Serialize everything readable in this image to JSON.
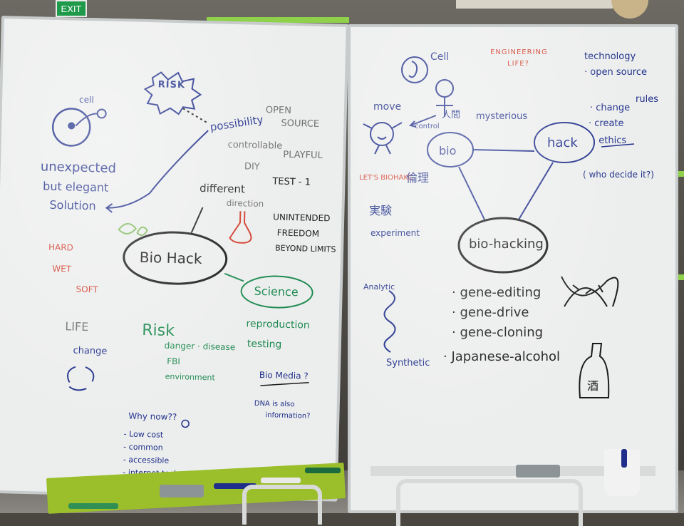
{
  "colors": {
    "blue_ink": "#1f2e8a",
    "black_ink": "#1a1a1a",
    "green_ink": "#1f8a52",
    "red_ink": "#d23a2a",
    "grey_ink": "#6d6d6d",
    "tray": "#9bbf2a"
  },
  "left_board": {
    "risk_burst": "RISK",
    "cell_label": "cell",
    "unexpected": "unexpected",
    "but_elegant": "but elegant",
    "solution": "Solution",
    "possibility": "possibility",
    "open_source_1": "OPEN",
    "open_source_2": "SOURCE",
    "controllable": "controllable",
    "diy": "DIY",
    "playful": "PLAYFUL",
    "different": "different",
    "direction": "direction",
    "test": "TEST - 1",
    "unintended": "UNINTENDED",
    "freedom": "FREEDOM",
    "beyond_limits": "BEYOND LIMITS",
    "hard": "HARD",
    "wet": "WET",
    "soft": "SOFT",
    "life": "LIFE",
    "change": "change",
    "biohack": "Bio Hack",
    "science": "Science",
    "reproduction": "reproduction",
    "testing": "testing",
    "risk": "Risk",
    "danger_disease": "danger · disease",
    "fbi": "FBI",
    "environment": "environment",
    "why_now": "Why now??",
    "low_cost": "- Low cost",
    "common": "- common",
    "accessible": "- accessible",
    "internet_tech": "- internet tech",
    "biomedia": "Bio Media ?",
    "dna_info_1": "DNA is also",
    "dna_info_2": "information?"
  },
  "right_board": {
    "cell": "Cell",
    "engineering_1": "ENGINEERING",
    "engineering_2": "LIFE?",
    "move": "move",
    "control": "control",
    "human_kanji": "人間",
    "mysterious": "mysterious",
    "bio": "bio",
    "hack": "hack",
    "lets_biohack": "LET'S BIOHAKC",
    "ethics_kanji": "倫理",
    "experiment_kanji": "実験",
    "experiment": "experiment",
    "technology": "technology",
    "open_source": "· open source",
    "change": "· change",
    "create": "· create",
    "rules": "rules",
    "ethics": "· ethics",
    "who_decide": "( who decide it?)",
    "biohacking": "bio-hacking",
    "analytic": "Analytic",
    "synthetic": "Synthetic",
    "gene_editing": "· gene-editing",
    "gene_drive": "· gene-drive",
    "gene_cloning": "· gene-cloning",
    "japanese_alcohol": "· Japanese-alcohol",
    "sake_kanji": "酒"
  },
  "signage": {
    "exit_sign": "EXIT"
  }
}
